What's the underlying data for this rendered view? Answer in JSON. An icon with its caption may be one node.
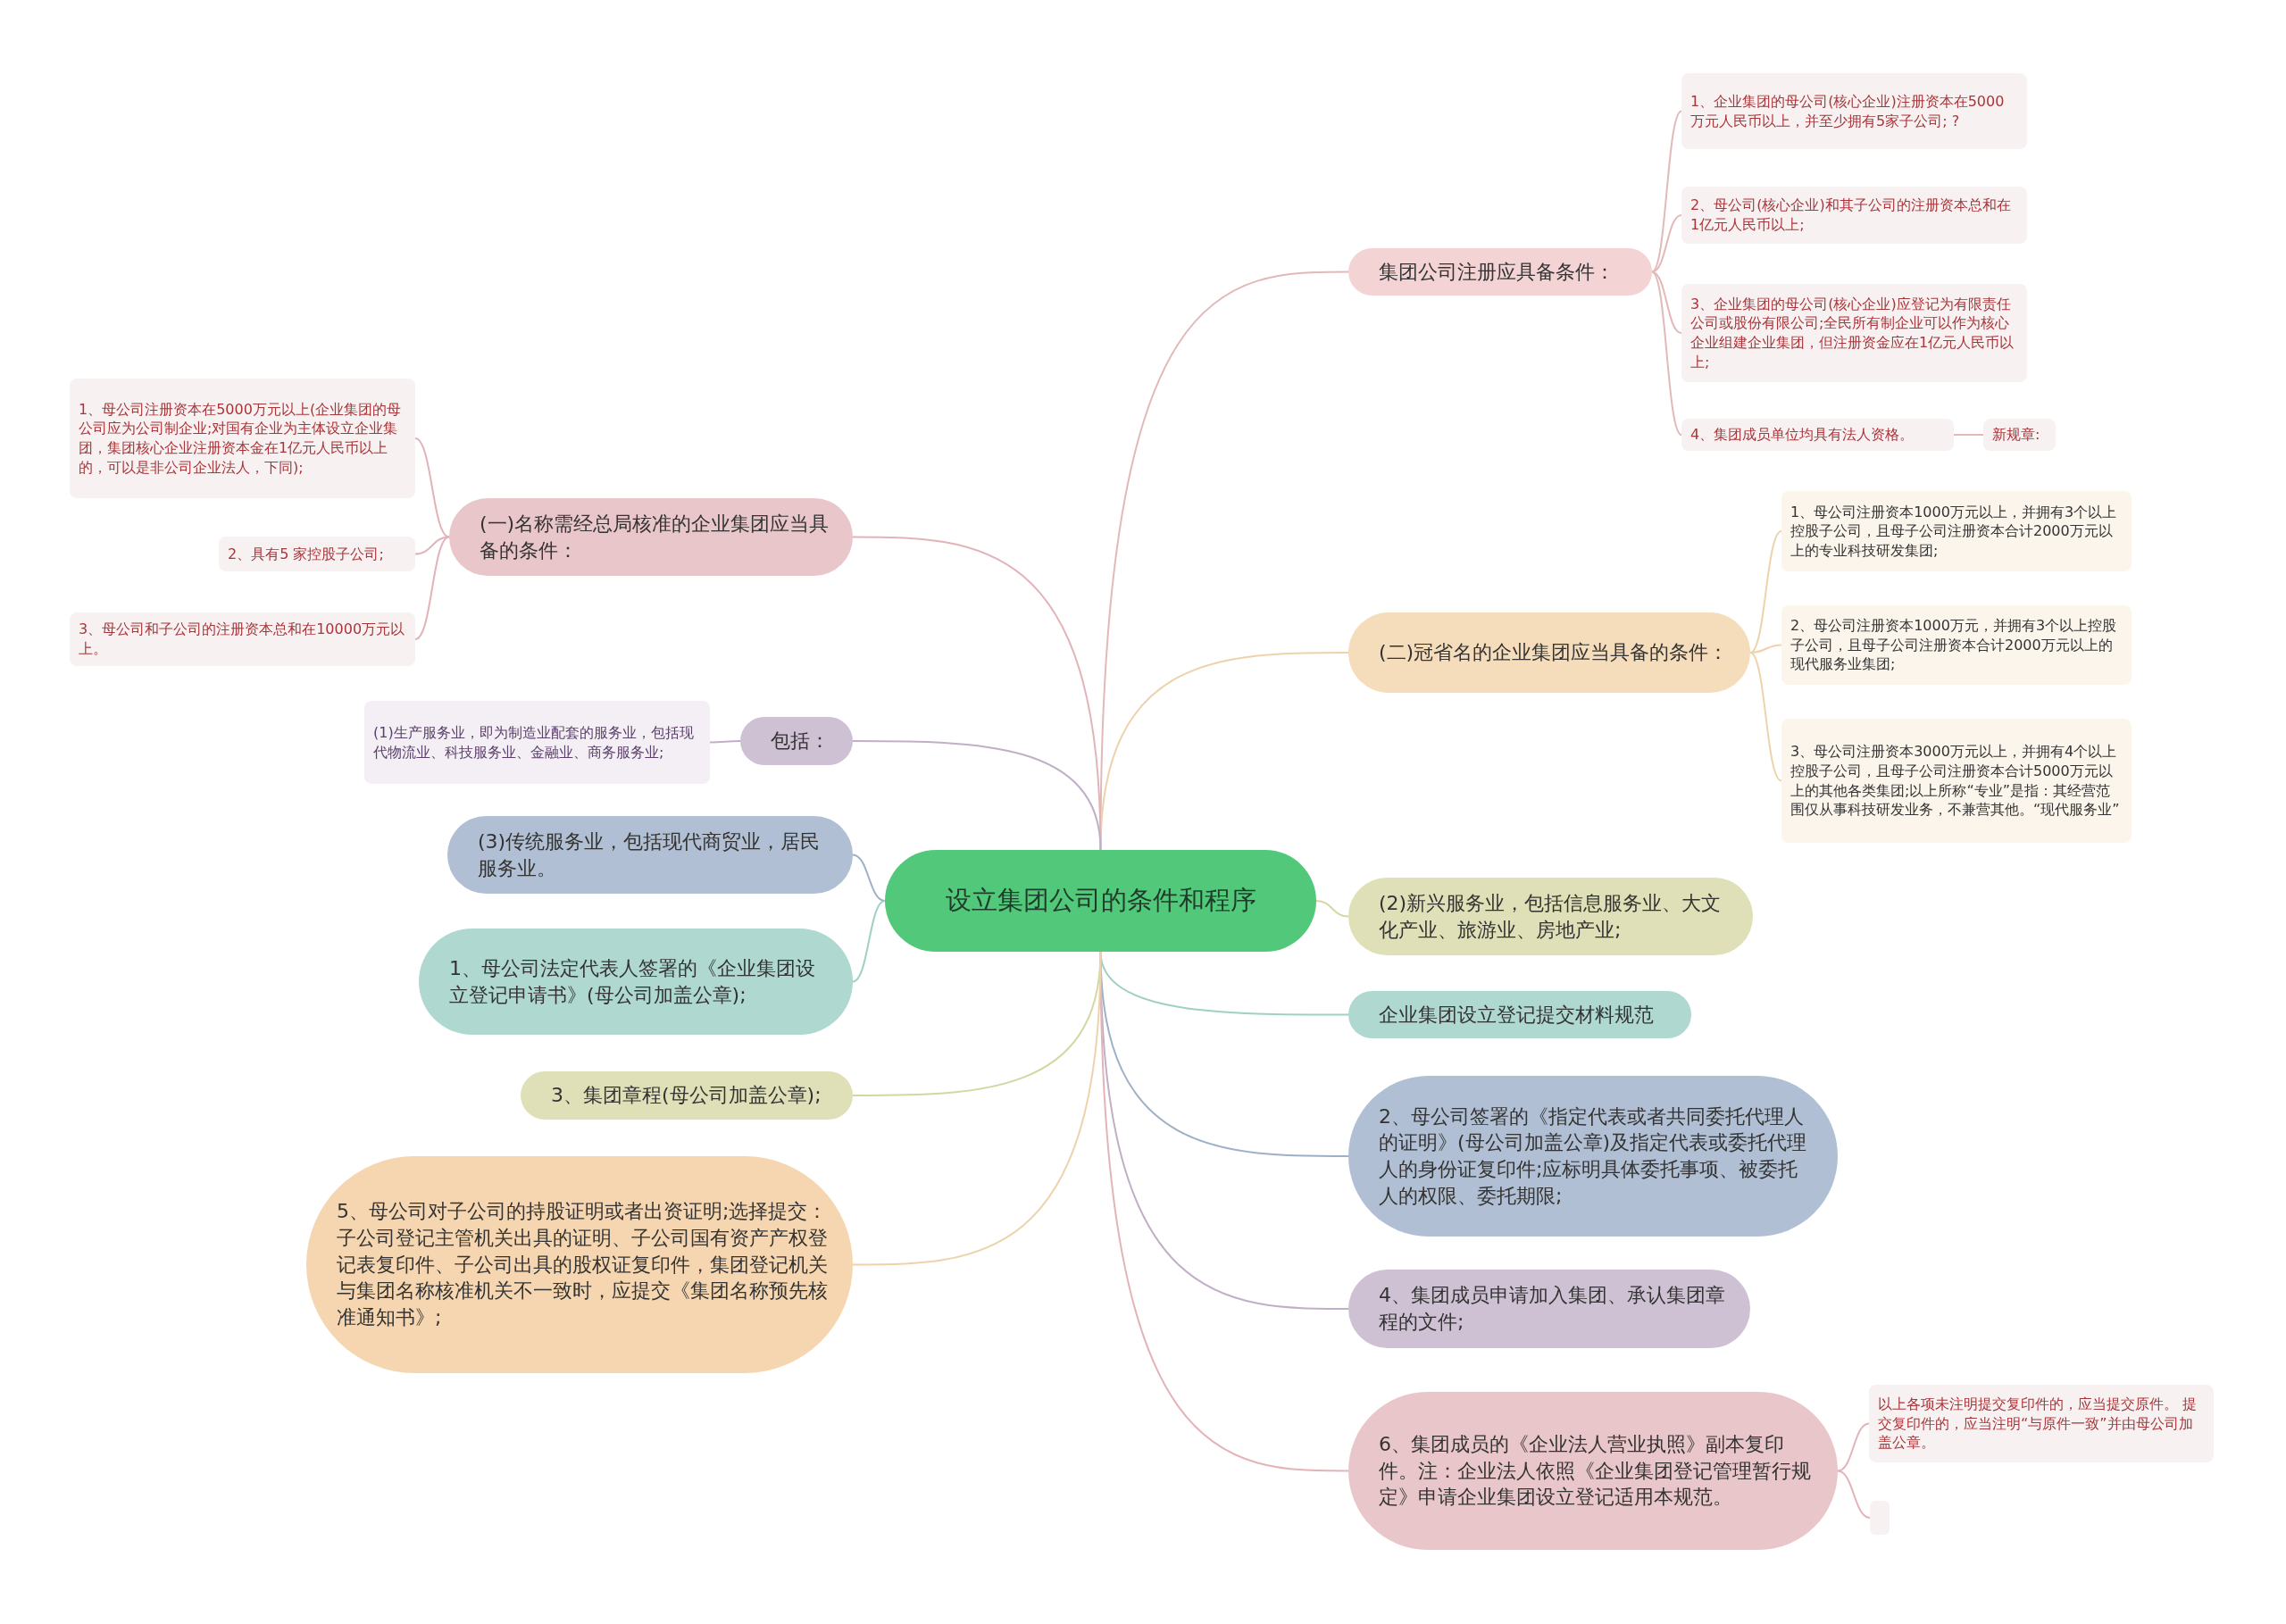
{
  "diagram": {
    "nodes": [
      {
        "text": [
          "设立集团公司的条件和程序"
        ]
      },
      {
        "text": [
          "集团公司注册应具备条件："
        ]
      },
      {
        "text": [
          "1、企业集团的母公司(核心企业)注册资本在5000万元人民币以上，并至少拥有5家子公司; ?"
        ]
      },
      {
        "text": [
          "2、母公司(核心企业)和其子公司的注册资本总和在1亿元人民币以上;"
        ]
      },
      {
        "text": [
          "3、企业集团的母公司(核心企业)应登记为有限责任公司或股份有限公司;全民所有制企业可以作为核心企业组建企业集团，但注册资金应在1亿元人民币以上;"
        ]
      },
      {
        "text": [
          "4、集团成员单位均具有法人资格。"
        ]
      },
      {
        "text": [
          "新规章:"
        ]
      },
      {
        "text": [
          "(二)冠省名的企业集团应当具备的条件："
        ]
      },
      {
        "text": [
          "1、母公司注册资本1000万元以上，并拥有3个以上控股子公司，且母子公司注册资本合计2000万元以上的专业科技研发集团;"
        ]
      },
      {
        "text": [
          "2、母公司注册资本1000万元，并拥有3个以上控股子公司，且母子公司注册资本合计2000万元以上的现代服务业集团;"
        ]
      },
      {
        "text": [
          "3、母公司注册资本3000万元以上，并拥有4个以上控股子公司，且母子公司注册资本合计5000万元以上的其他各类集团;以上所称“专业”是指：其经营范围仅从事科技研发业务，不兼营其他。“现代服务业”"
        ]
      },
      {
        "text": [
          "(2)新兴服务业，包括信息服务业、大文化产业、旅游业、房地产业;"
        ]
      },
      {
        "text": [
          "企业集团设立登记提交材料规范"
        ]
      },
      {
        "text": [
          "2、母公司签署的《指定代表或者共同委托代理人的证明》(母公司加盖公章)及指定代表或委托代理人的身份证复印件;应标明具体委托事项、被委托人的权限、委托期限;"
        ]
      },
      {
        "text": [
          "4、集团成员申请加入集团、承认集团章程的文件;"
        ]
      },
      {
        "text": [
          "6、集团成员的《企业法人营业执照》副本复印件。注：企业法人依照《企业集团登记管理暂行规定》申请企业集团设立登记适用本规范。"
        ]
      },
      {
        "text": [
          "以上各项未注明提交复印件的，应当提交原件。 提交复印件的，应当注明“与原件一致”并由母公司加盖公章。"
        ]
      },
      {
        "text": [],
        "shape": "box"
      },
      {
        "text": [
          "(一)名称需经总局核准的企业集团应当具备的条件："
        ]
      },
      {
        "text": [
          "1、母公司注册资本在5000万元以上(企业集团的母公司应为公司制企业;对国有企业为主体设立企业集团，集团核心企业注册资本金在1亿元人民币以上的，可以是非公司企业法人，下同);"
        ]
      },
      {
        "text": [
          "2、具有5 家控股子公司;"
        ]
      },
      {
        "text": [
          "3、母公司和子公司的注册资本总和在10000万元以上。"
        ]
      },
      {
        "text": [
          "包括："
        ]
      },
      {
        "text": [
          "(1)生产服务业，即为制造业配套的服务业，包括现代物流业、科技服务业、金融业、商务服务业;"
        ]
      },
      {
        "text": [
          "(3)传统服务业，包括现代商贸业，居民服务业。"
        ]
      },
      {
        "text": [
          "1、母公司法定代表人签署的《企业集团设立登记申请书》(母公司加盖公章);"
        ]
      },
      {
        "text": [
          "3、集团章程(母公司加盖公章);"
        ]
      },
      {
        "text": [
          "5、母公司对子公司的持股证明或者出资证明;选择提交：子公司登记主管机关出具的证明、子公司国有资产产权登记表复印件、子公司出具的股权证复印件，集团登记机关与集团名称核准机关不一致时，应提交《集团名称预先核准通知书》;"
        ]
      }
    ],
    "edges": [
      {
        "from": 0,
        "to": 1,
        "arrow": "none",
        "color": "#e2b9b9"
      },
      {
        "from": 1,
        "to": 2,
        "arrow": "none",
        "color": "#e2b9b9"
      },
      {
        "from": 1,
        "to": 3,
        "arrow": "none",
        "color": "#e2b9b9"
      },
      {
        "from": 1,
        "to": 4,
        "arrow": "none",
        "color": "#e2b9b9"
      },
      {
        "from": 1,
        "to": 5,
        "arrow": "none",
        "color": "#e2b9b9"
      },
      {
        "from": 5,
        "to": 6,
        "arrow": "none",
        "color": "#e2b9b9"
      },
      {
        "from": 0,
        "to": 7,
        "arrow": "none",
        "color": "#eed2ab"
      },
      {
        "from": 7,
        "to": 8,
        "arrow": "none",
        "color": "#eed2ab"
      },
      {
        "from": 7,
        "to": 9,
        "arrow": "none",
        "color": "#eed2ab"
      },
      {
        "from": 7,
        "to": 10,
        "arrow": "none",
        "color": "#eed2ab"
      },
      {
        "from": 0,
        "to": 11,
        "arrow": "none",
        "color": "#d5d7a2"
      },
      {
        "from": 0,
        "to": 12,
        "arrow": "none",
        "color": "#9fd0c6"
      },
      {
        "from": 0,
        "to": 13,
        "arrow": "none",
        "color": "#9fb0c6"
      },
      {
        "from": 0,
        "to": 14,
        "arrow": "none",
        "color": "#c0afc6"
      },
      {
        "from": 0,
        "to": 15,
        "arrow": "none",
        "color": "#e2b3b8"
      },
      {
        "from": 15,
        "to": 16,
        "arrow": "none",
        "color": "#e2b3b8"
      },
      {
        "from": 15,
        "to": 17,
        "arrow": "none",
        "color": "#e2b3b8"
      },
      {
        "from": 0,
        "to": 18,
        "arrow": "none",
        "color": "#e2b3b8"
      },
      {
        "from": 18,
        "to": 19,
        "arrow": "none",
        "color": "#e2b3b8"
      },
      {
        "from": 18,
        "to": 20,
        "arrow": "none",
        "color": "#e2b3b8"
      },
      {
        "from": 18,
        "to": 21,
        "arrow": "none",
        "color": "#e2b3b8"
      },
      {
        "from": 0,
        "to": 22,
        "arrow": "none",
        "color": "#c0afc6"
      },
      {
        "from": 22,
        "to": 23,
        "arrow": "none",
        "color": "#c0afc6"
      },
      {
        "from": 0,
        "to": 24,
        "arrow": "none",
        "color": "#9fb0c6"
      },
      {
        "from": 0,
        "to": 25,
        "arrow": "none",
        "color": "#9fd0c6"
      },
      {
        "from": 0,
        "to": 26,
        "arrow": "none",
        "color": "#d5d7a2"
      },
      {
        "from": 0,
        "to": 27,
        "arrow": "none",
        "color": "#eed2ab"
      }
    ]
  }
}
